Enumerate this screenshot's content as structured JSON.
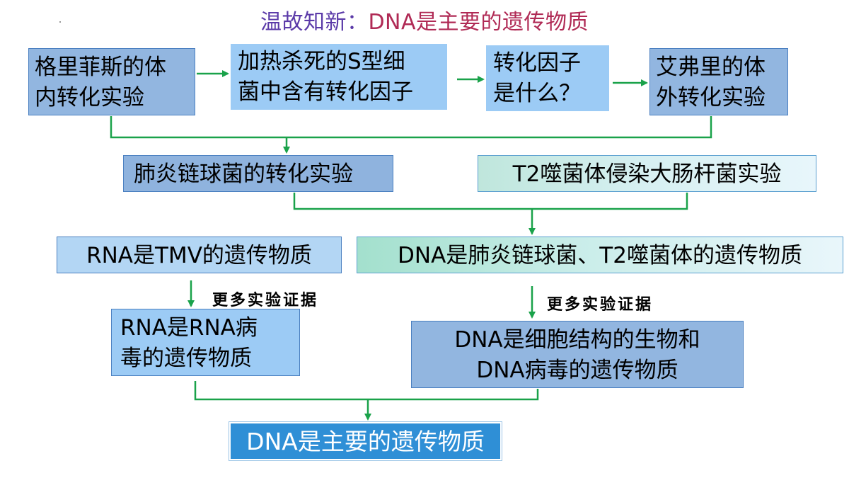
{
  "title": {
    "part1": "温故知新：",
    "part2": "DNA是主要的遗传物质"
  },
  "boxes": {
    "griffith": {
      "line1": "格里菲斯的体",
      "line2": "内转化实验"
    },
    "heat_killed": {
      "line1": "加热杀死的S型细",
      "line2": "菌中含有转化因子"
    },
    "factor_question": {
      "line1": "转化因子",
      "line2": "是什么？"
    },
    "avery": {
      "line1": "艾弗里的体",
      "line2": "外转化实验"
    },
    "pneumococcus": "肺炎链球菌的转化实验",
    "t2_phage": "T2噬菌体侵染大肠杆菌实验",
    "rna_tmv": "RNA是TMV的遗传物质",
    "dna_pneumo_t2": "DNA是肺炎链球菌、T2噬菌体的遗传物质",
    "rna_virus": {
      "line1": "RNA是RNA病",
      "line2": "毒的遗传物质"
    },
    "dna_cellular": {
      "line1": "DNA是细胞结构的生物和",
      "line2": "DNA病毒的遗传物质"
    },
    "conclusion": "DNA是主要的遗传物质"
  },
  "labels": {
    "more_evidence_left": "更多实验证据",
    "more_evidence_right": "更多实验证据"
  },
  "colors": {
    "connector": "#1aa24a",
    "conclusion_fill": "#2f8fd6"
  }
}
